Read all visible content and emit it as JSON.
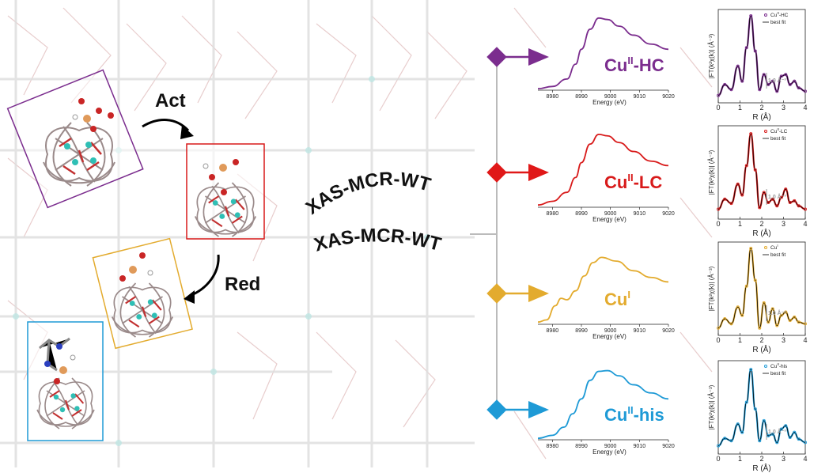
{
  "labels": {
    "act": "Act",
    "red": "Red",
    "xas_top": "XAS-MCR-WT",
    "xas_bottom": "XAS-MCR-WT"
  },
  "colors": {
    "HC": "#7b2d8e",
    "LC": "#d81a1a",
    "I": "#e3ab2e",
    "his": "#1e9ad6",
    "axis": "#bbbbbb"
  },
  "species": [
    {
      "key": "HC",
      "label": "Cu",
      "sup": "II",
      "suffix": "-HC",
      "color": "#7b2d8e",
      "legend": "Cu",
      "legend_sup": "II",
      "legend_suffix": "-HC"
    },
    {
      "key": "LC",
      "label": "Cu",
      "sup": "II",
      "suffix": "-LC",
      "color": "#d81a1a",
      "legend": "Cu",
      "legend_sup": "II",
      "legend_suffix": "-LC"
    },
    {
      "key": "I",
      "label": "Cu",
      "sup": "I",
      "suffix": "",
      "color": "#e3ab2e",
      "legend": "Cu",
      "legend_sup": "I",
      "legend_suffix": ""
    },
    {
      "key": "his",
      "label": "Cu",
      "sup": "II",
      "suffix": "-his",
      "color": "#1e9ad6",
      "legend": "Cu",
      "legend_sup": "II",
      "legend_suffix": "-his"
    }
  ],
  "xanes_axis": {
    "ticks": [
      "8980",
      "8990",
      "9000",
      "9010",
      "9020"
    ],
    "xlabel": "Energy (eV)"
  },
  "exafs_axis": {
    "ticks": [
      "0",
      "1",
      "2",
      "3",
      "4"
    ],
    "xlabel": "R (Å)",
    "ylabel": "|FT(k²χ(k)| (Å⁻³)",
    "best_fit": "best fit",
    "scale_bar": "1.0 Å⁻³"
  },
  "chart_data": [
    {
      "type": "line",
      "name_ref": "XANES HC",
      "x": [
        8975,
        8980,
        8985,
        8988,
        8990,
        8993,
        8996,
        8999,
        9003,
        9008,
        9014,
        9020
      ],
      "values": [
        0.02,
        0.05,
        0.15,
        0.35,
        0.55,
        0.82,
        0.97,
        0.95,
        0.86,
        0.74,
        0.62,
        0.55
      ],
      "xlim": [
        8975,
        9020
      ]
    },
    {
      "type": "line",
      "name_ref": "XANES LC",
      "x": [
        8975,
        8980,
        8985,
        8988,
        8990,
        8993,
        8996,
        8999,
        9003,
        9008,
        9014,
        9020
      ],
      "values": [
        0.03,
        0.08,
        0.2,
        0.4,
        0.6,
        0.85,
        0.98,
        0.96,
        0.87,
        0.75,
        0.62,
        0.56
      ],
      "xlim": [
        8975,
        9020
      ]
    },
    {
      "type": "line",
      "name_ref": "XANES I",
      "x": [
        8975,
        8978,
        8981,
        8983,
        8985,
        8988,
        8991,
        8994,
        8997,
        9002,
        9008,
        9014,
        9020
      ],
      "values": [
        0.03,
        0.06,
        0.25,
        0.35,
        0.33,
        0.45,
        0.65,
        0.83,
        0.9,
        0.85,
        0.72,
        0.63,
        0.57
      ],
      "xlim": [
        8975,
        9020
      ]
    },
    {
      "type": "line",
      "name_ref": "XANES his",
      "x": [
        8975,
        8980,
        8984,
        8987,
        8990,
        8993,
        8996,
        8999,
        9003,
        9008,
        9014,
        9020
      ],
      "values": [
        0.02,
        0.06,
        0.17,
        0.35,
        0.55,
        0.8,
        0.92,
        0.93,
        0.86,
        0.74,
        0.63,
        0.55
      ],
      "xlim": [
        8975,
        9020
      ]
    },
    {
      "type": "line",
      "name_ref": "EXAFS",
      "x": [
        0,
        0.3,
        0.6,
        0.9,
        1.1,
        1.3,
        1.5,
        1.7,
        1.9,
        2.1,
        2.3,
        2.5,
        2.7,
        2.9,
        3.1,
        3.3,
        3.5,
        3.7,
        4.0
      ],
      "values": [
        0.05,
        0.15,
        0.1,
        0.35,
        0.2,
        0.6,
        1.0,
        0.55,
        0.1,
        0.3,
        0.15,
        0.2,
        0.1,
        0.25,
        0.3,
        0.15,
        0.2,
        0.12,
        0.1
      ],
      "xlim": [
        0,
        4
      ]
    }
  ]
}
